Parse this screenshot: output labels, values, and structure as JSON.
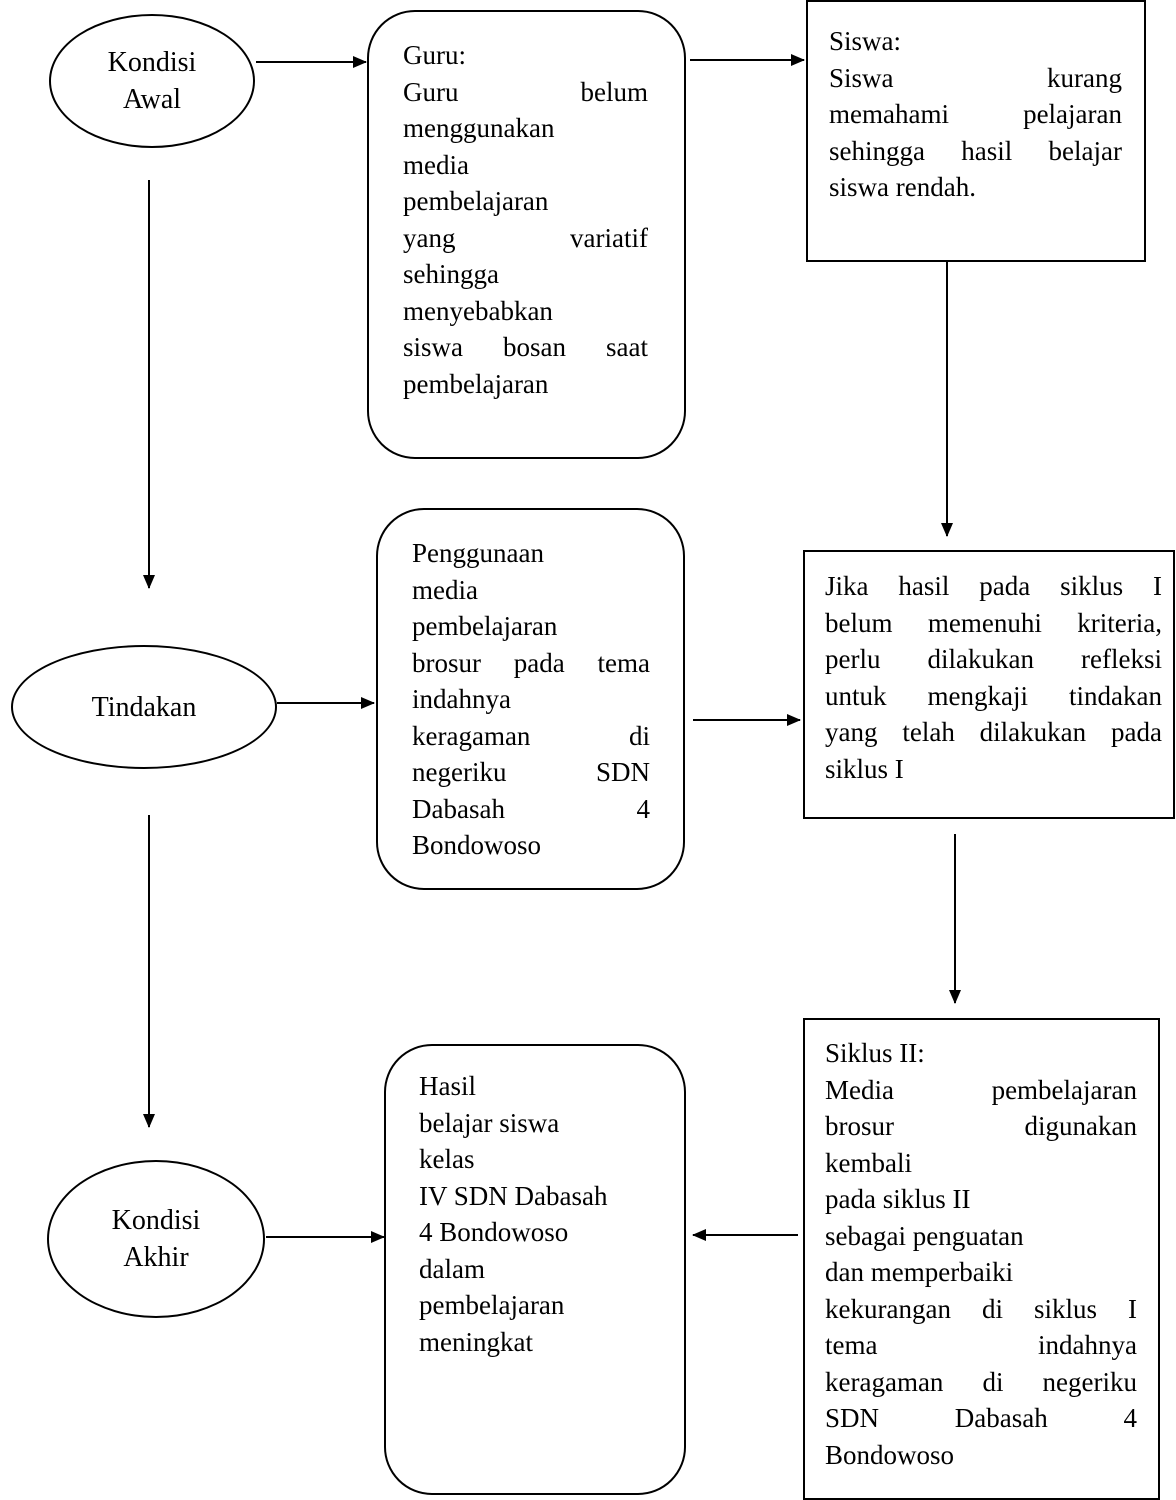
{
  "nodes": {
    "kondisi_awal": {
      "lines": [
        "Kondisi",
        "Awal"
      ]
    },
    "tindakan": {
      "lines": [
        "Tindakan"
      ]
    },
    "kondisi_akhir": {
      "lines": [
        "Kondisi",
        "Akhir"
      ]
    },
    "guru": {
      "lines": [
        "Guru:",
        "Guru belum",
        "menggunakan",
        "media",
        "pembelajaran",
        "yang variatif",
        "sehingga",
        "menyebabkan",
        "siswa bosan saat",
        "pembelajaran"
      ]
    },
    "siswa": {
      "lines": [
        "Siswa:",
        "Siswa kurang",
        "memahami pelajaran",
        "sehingga hasil belajar",
        "siswa rendah."
      ]
    },
    "penggunaan": {
      "lines": [
        "Penggunaan",
        "media",
        "pembelajaran",
        "brosur pada tema",
        "indahnya",
        "keragaman di",
        "negeriku SDN",
        "Dabasah 4",
        "Bondowoso"
      ]
    },
    "refleksi": {
      "lines": [
        "Jika hasil pada siklus I",
        "belum memenuhi kriteria,",
        "perlu dilakukan refleksi",
        "untuk mengkaji tindakan",
        "yang telah dilakukan pada",
        "siklus I"
      ]
    },
    "hasil": {
      "lines": [
        "Hasil",
        "belajar siswa",
        "kelas",
        "IV SDN Dabasah",
        "4 Bondowoso",
        "dalam",
        "pembelajaran",
        "meningkat"
      ]
    },
    "siklus2": {
      "lines": [
        "Siklus II:",
        "Media pembelajaran",
        "brosur digunakan",
        "kembali",
        "pada siklus II",
        "sebagai penguatan",
        "dan memperbaiki",
        "kekurangan di siklus I",
        "tema indahnya",
        "keragaman di negeriku",
        "SDN Dabasah 4",
        "Bondowoso"
      ]
    }
  }
}
